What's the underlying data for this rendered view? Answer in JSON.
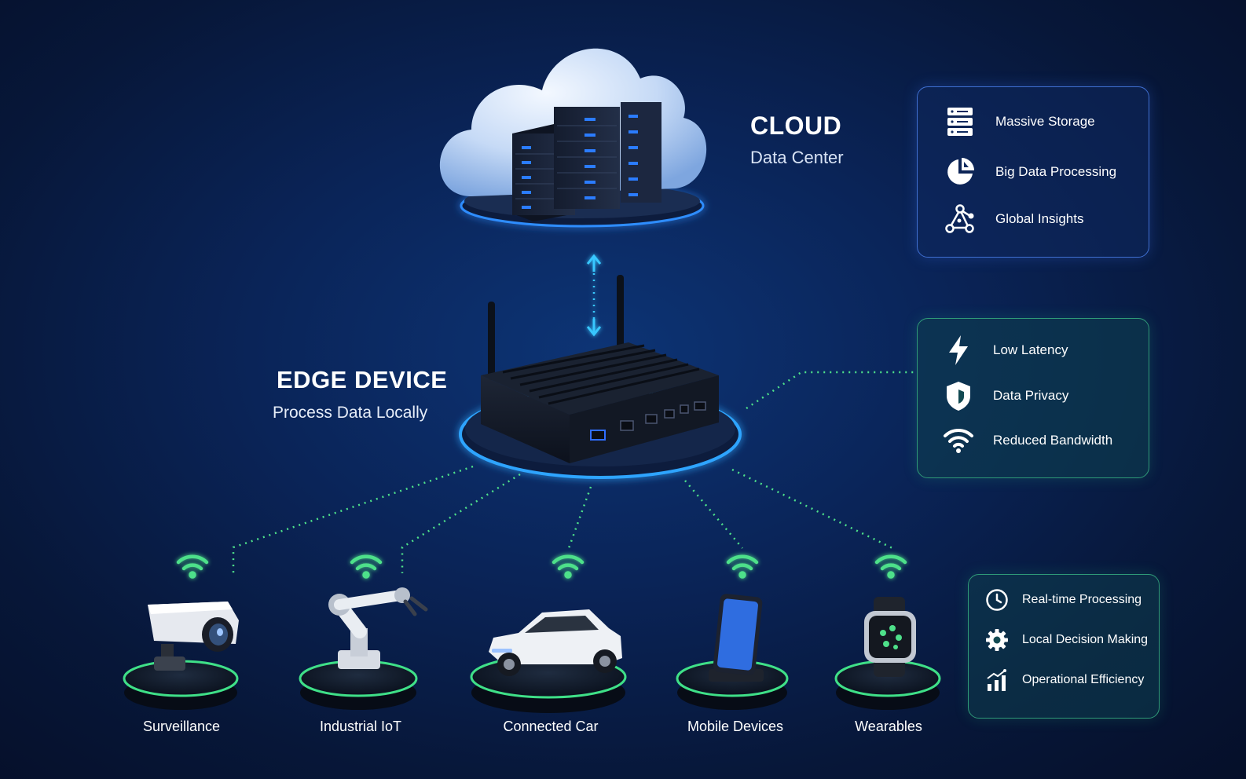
{
  "cloud": {
    "title": "CLOUD",
    "subtitle": "Data Center"
  },
  "edge": {
    "title": "EDGE DEVICE",
    "subtitle": "Process Data Locally"
  },
  "cloud_features": [
    {
      "label": "Massive Storage",
      "icon": "server-stack-icon"
    },
    {
      "label": "Big Data Processing",
      "icon": "pie-chart-icon"
    },
    {
      "label": "Global Insights",
      "icon": "network-nodes-icon"
    }
  ],
  "edge_features": [
    {
      "label": "Low Latency",
      "icon": "lightning-icon"
    },
    {
      "label": "Data Privacy",
      "icon": "shield-icon"
    },
    {
      "label": "Reduced Bandwidth",
      "icon": "wifi-icon"
    }
  ],
  "device_features": [
    {
      "label": "Real-time Processing",
      "icon": "clock-icon"
    },
    {
      "label": "Local Decision Making",
      "icon": "gear-icon"
    },
    {
      "label": "Operational Efficiency",
      "icon": "bar-chart-icon"
    }
  ],
  "devices": [
    {
      "label": "Surveillance",
      "icon": "security-camera-icon"
    },
    {
      "label": "Industrial IoT",
      "icon": "robotic-arm-icon"
    },
    {
      "label": "Connected Car",
      "icon": "car-icon"
    },
    {
      "label": "Mobile Devices",
      "icon": "smartphone-icon"
    },
    {
      "label": "Wearables",
      "icon": "smartwatch-icon"
    }
  ],
  "colors": {
    "background": "#0a2458",
    "cloud_accent": "#3f6fd1",
    "edge_accent": "#2f9a78",
    "link_green": "#4ee08a",
    "glow_blue": "#2fa4ff"
  }
}
